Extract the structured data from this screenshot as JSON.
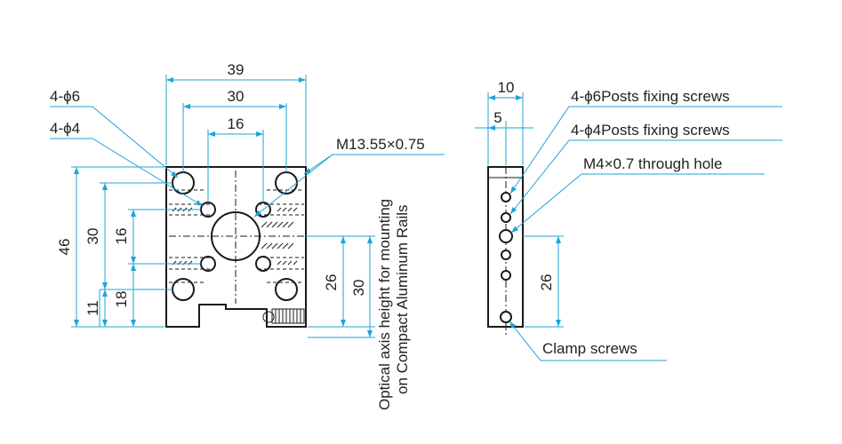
{
  "front_view": {
    "dim_overall_width": "39",
    "dim_hole_pitch_30": "30",
    "dim_hole_pitch_16": "16",
    "dim_overall_height": "46",
    "dim_v30": "30",
    "dim_v16": "16",
    "dim_v11": "11",
    "dim_v18": "18",
    "dim_h26": "26",
    "dim_h30": "30",
    "label_phi6": "4-ϕ6",
    "label_phi4": "4-ϕ4",
    "label_thread": "M13.55×0.75",
    "label_optical_axis_line1": "Optical axis height for mounting",
    "label_optical_axis_line2": "on Compact Aluminum Rails"
  },
  "side_view": {
    "dim_10": "10",
    "dim_5": "5",
    "dim_26": "26",
    "label_phi6_posts": "4-ϕ6Posts fixing screws",
    "label_phi4_posts": "4-ϕ4Posts fixing screws",
    "label_through_hole": "M4×0.7 through hole",
    "label_clamp": "Clamp screws"
  }
}
